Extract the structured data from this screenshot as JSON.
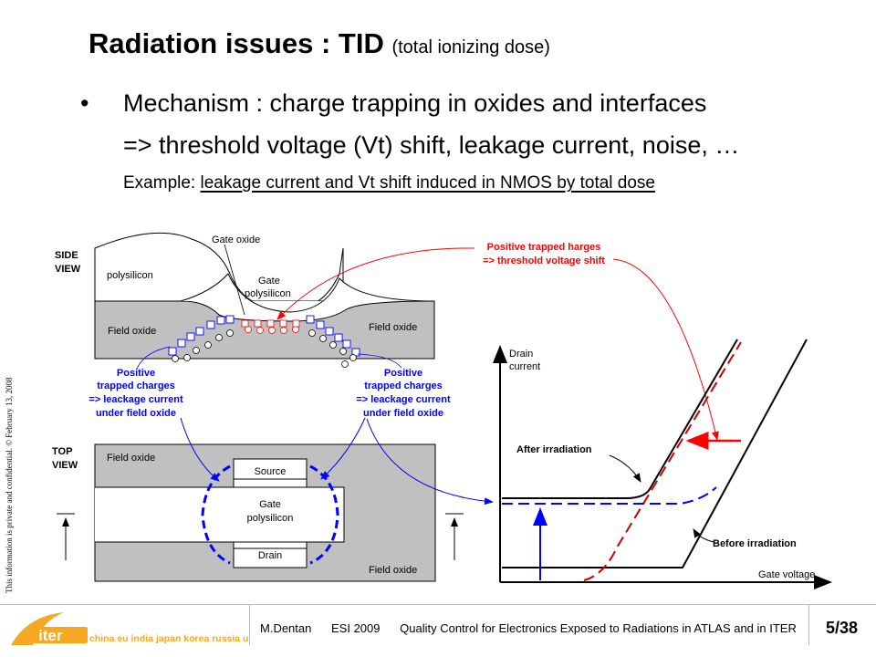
{
  "slide": {
    "title": "Radiation issues : TID",
    "title_sub": "(total ionizing dose)",
    "bullet_char": "•",
    "line1": "Mechanism : charge trapping in oxides and interfaces",
    "line2": "=> threshold voltage (Vt) shift, leakage current, noise, …",
    "example_label": "Example:",
    "example_text": "leakage current and Vt shift induced in NMOS by total dose",
    "confidential": "This information is private and confidential. © February 13, 2008"
  },
  "diagram": {
    "side_view": [
      "SIDE",
      "VIEW"
    ],
    "top_view": [
      "TOP",
      "VIEW"
    ],
    "gate_oxide": "Gate oxide",
    "polysilicon": "polysilicon",
    "gate_poly": [
      "Gate",
      "polysilicon"
    ],
    "field_oxide": "Field oxide",
    "source": "Source",
    "drain": "Drain",
    "positive_trapped_left": [
      "Positive",
      "trapped charges",
      "=> leackage current",
      "under field oxide"
    ],
    "positive_trapped_right": [
      "Positive",
      "trapped charges",
      "=> leackage current",
      "under field oxide"
    ],
    "vt_shift_note": [
      "Positive trapped  harges",
      "=> threshold voltage shift"
    ]
  },
  "graph": {
    "y_label": [
      "Drain",
      "current"
    ],
    "x_label": "Gate voltage",
    "after": "After irradiation",
    "before": "Before irradiation"
  },
  "footer": {
    "author": "M.Dentan",
    "event": "ESI 2009",
    "talk": "Quality Control for Electronics Exposed to Radiations in ATLAS and in ITER",
    "page": "5/38",
    "logo_word": "iter",
    "logo_tagline": "china eu india japan korea russia usa"
  },
  "colors": {
    "accent": "#ff0000",
    "blue": "#0000ff",
    "oxide": "#c0c0c0",
    "logo_orange": "#f7a823"
  }
}
